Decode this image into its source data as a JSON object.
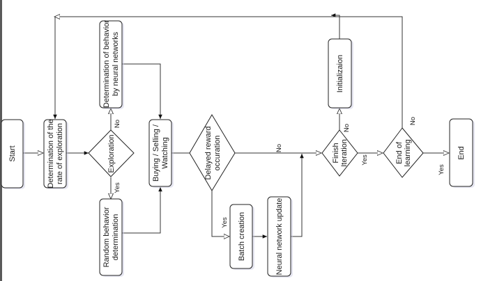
{
  "diagram": {
    "nodes": {
      "start": {
        "lines": [
          "Start"
        ]
      },
      "rate": {
        "lines": [
          "Determination of the",
          "rate of exploration"
        ]
      },
      "exploration": {
        "lines": [
          "Exploration"
        ]
      },
      "nn_behavior": {
        "lines": [
          "Determination of behavior",
          "by neural networks"
        ]
      },
      "random_behavior": {
        "lines": [
          "Random behavior",
          "determination"
        ]
      },
      "trade": {
        "lines": [
          "Buying / Selling /",
          "Watching"
        ]
      },
      "delayed": {
        "lines": [
          "Delayed reward",
          "occuration"
        ]
      },
      "batch": {
        "lines": [
          "Batch creation"
        ]
      },
      "nn_update": {
        "lines": [
          "Neural network update"
        ]
      },
      "finish_iter": {
        "lines": [
          "Finish",
          "Iteration"
        ]
      },
      "init": {
        "lines": [
          "Initializaion"
        ]
      },
      "end_learning": {
        "lines": [
          "End of",
          "learning"
        ]
      },
      "end": {
        "lines": [
          "End"
        ]
      }
    },
    "edge_labels": {
      "exploration_no": "No",
      "exploration_yes": "Yes",
      "delayed_no": "No",
      "delayed_yes": "Yes",
      "finish_no": "No",
      "finish_yes": "Yes",
      "end_learning_no": "No",
      "end_learning_yes": "Yes"
    }
  }
}
